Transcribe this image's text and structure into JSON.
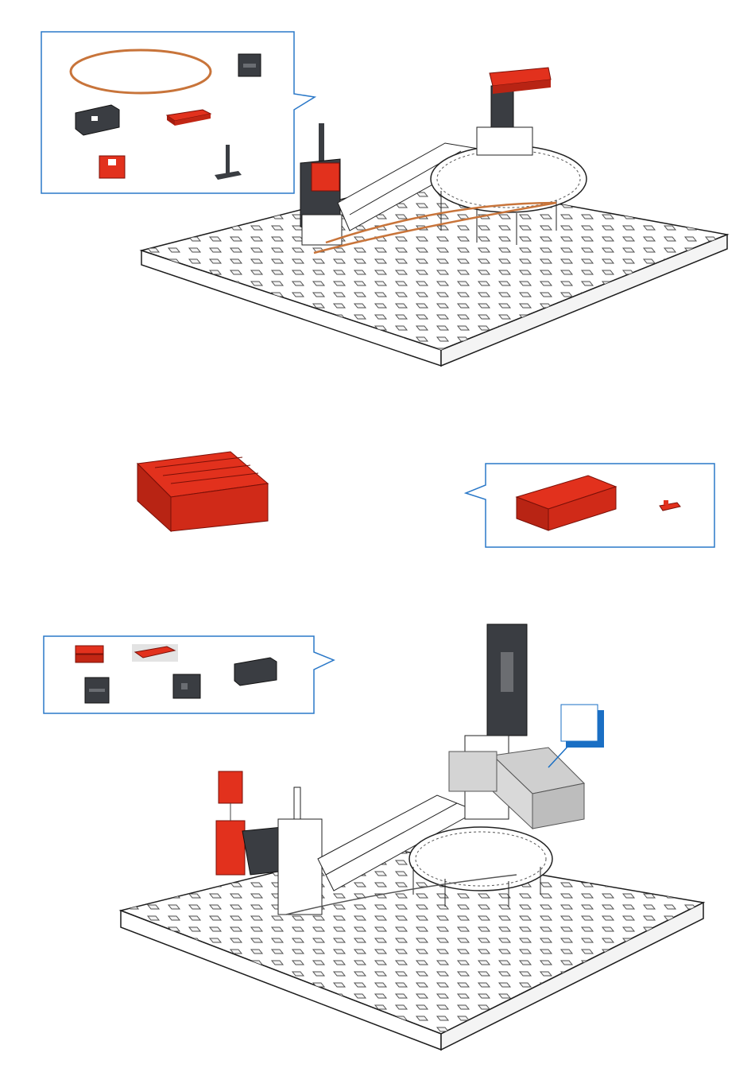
{
  "page": {
    "type": "assembly-instructions",
    "steps": [
      {
        "id": "step-1",
        "parts_callout": {
          "parts": [
            {
              "name": "rubber-band-icon",
              "color": "#c8743a"
            },
            {
              "name": "building-block-15-gray-icon",
              "color": "#3a3d42"
            },
            {
              "name": "angle-block-gray-icon",
              "color": "#3a3d42"
            },
            {
              "name": "red-plate-icon",
              "color": "#e2311d"
            },
            {
              "name": "red-building-block-icon",
              "color": "#e2311d"
            },
            {
              "name": "axle-pin-icon",
              "color": "#3a3d42"
            }
          ]
        }
      },
      {
        "id": "step-2",
        "parts_callout": {
          "parts": [
            {
              "name": "battery-box-icon",
              "color": "#e2311d"
            },
            {
              "name": "small-red-connector-icon",
              "color": "#e2311d"
            }
          ]
        }
      },
      {
        "id": "step-3",
        "parts_callout": {
          "parts": [
            {
              "name": "red-double-block-icon",
              "color": "#e2311d"
            },
            {
              "name": "red-plate-icon",
              "color": "#e2311d"
            },
            {
              "name": "angle-block-gray-icon",
              "color": "#3a3d42"
            },
            {
              "name": "building-block-15-gray-icon",
              "color": "#3a3d42"
            },
            {
              "name": "gray-cube-icon",
              "color": "#3a3d42"
            }
          ]
        },
        "highlight_marker": {
          "accent": "#1a6fc4"
        }
      }
    ],
    "colors": {
      "callout_border": "#2a78c8",
      "red": "#e2311d",
      "dark_gray": "#3a3d42",
      "baseplate": "#ffffff",
      "outline": "#1c1c1c"
    }
  }
}
